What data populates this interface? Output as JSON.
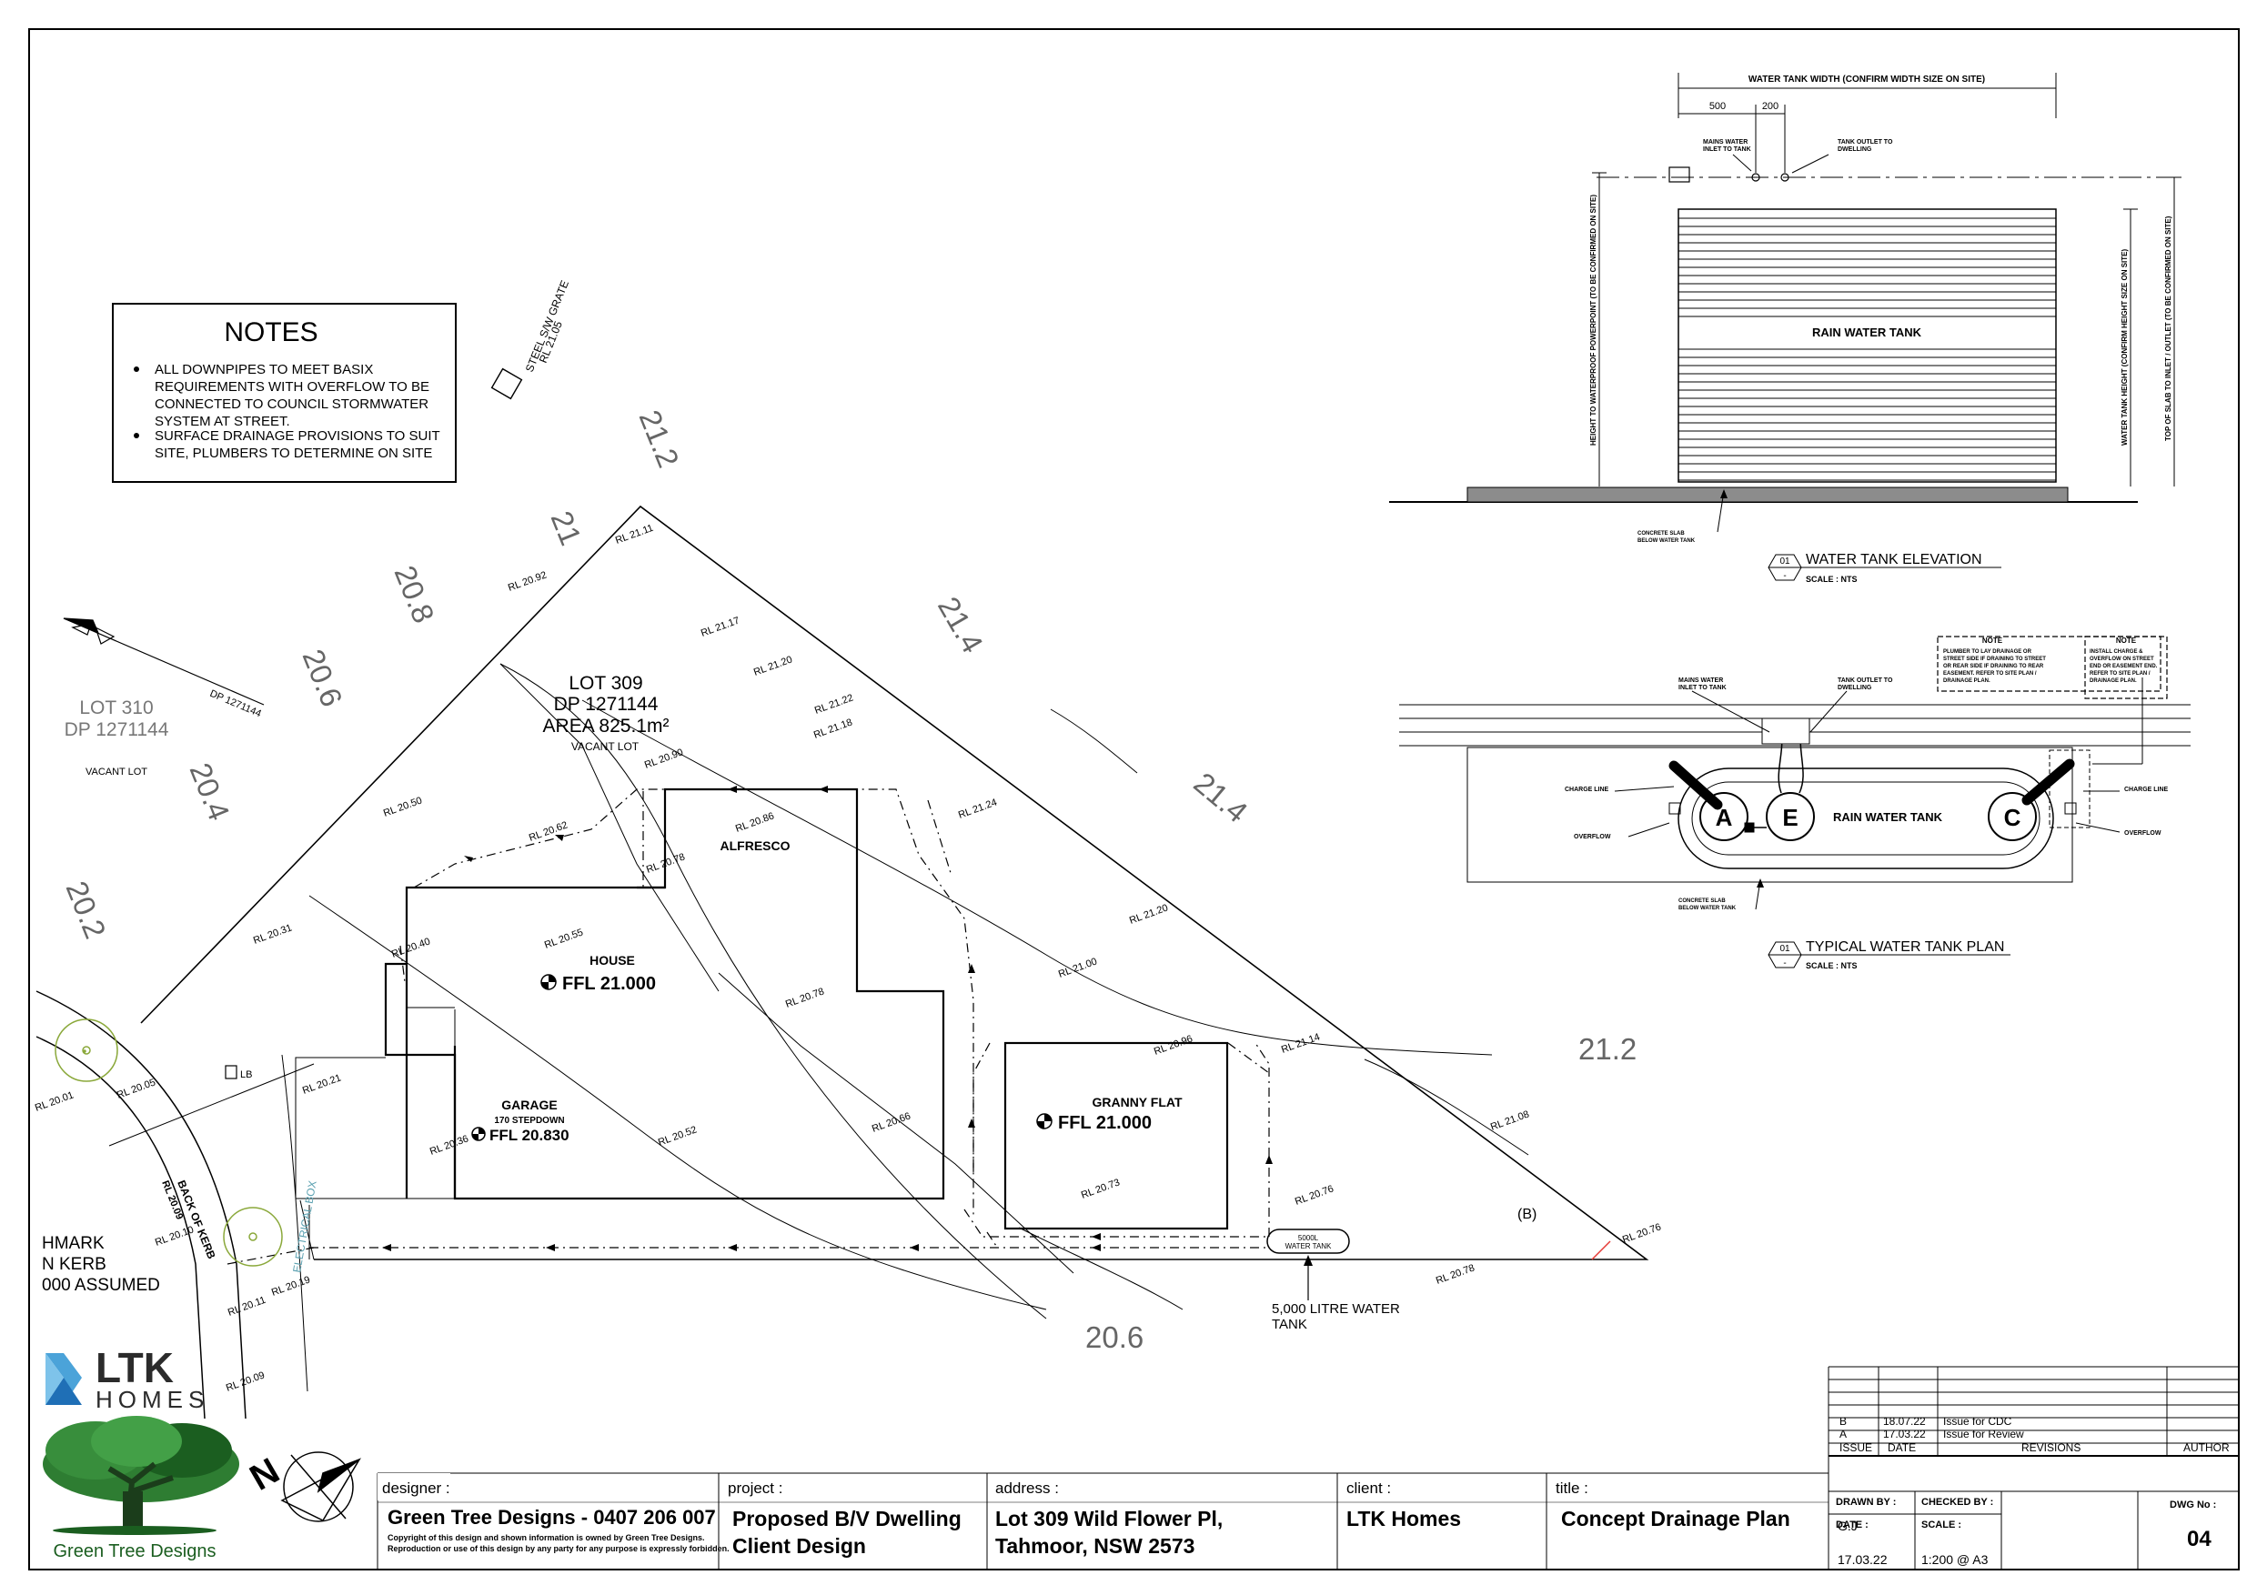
{
  "notes": {
    "title": "NOTES",
    "items": [
      [
        "ALL DOWNPIPES TO MEET BASIX",
        "REQUIREMENTS WITH OVERFLOW TO BE",
        "CONNECTED TO COUNCIL STORMWATER",
        "SYSTEM AT STREET."
      ],
      [
        "SURFACE DRAINAGE PROVISIONS TO SUIT",
        "SITE, PLUMBERS TO DETERMINE ON SITE"
      ]
    ]
  },
  "site": {
    "lot_label": "LOT 309",
    "dp_label": "DP 1271144",
    "area_label": "AREA 825.1m²",
    "vacant_lot": "VACANT LOT",
    "lot310_label": "LOT 310",
    "lot310_dp": "DP 1271144",
    "lot310_vacant": "VACANT LOT",
    "dp_north": "DP 1271144",
    "grate_label": "STEEL S/W GRATE",
    "grate_rl": "RL 21.05",
    "contours": [
      "21.2",
      "21",
      "20.8",
      "20.6",
      "20.4",
      "20.2",
      "21.4",
      "21.4",
      "21.2",
      "20.6"
    ],
    "house_label": "HOUSE",
    "house_ffl": "FFL 21.000",
    "alfresco_label": "ALFRESCO",
    "garage_label": "GARAGE",
    "garage_step": "170 STEPDOWN",
    "garage_ffl": "FFL 20.830",
    "granny_label": "GRANNY FLAT",
    "granny_ffl": "FFL 21.000",
    "tank_box_label": [
      "5000L",
      "WATER TANK"
    ],
    "tank_callout": [
      "5,000 LITRE WATER",
      "TANK"
    ],
    "marker_b": "(B)",
    "lb_label": "LB",
    "back_of_kerb": "BACK OF KERB",
    "electrical_box": "ELECTRICAL BOX",
    "rl_kerb": "RL 20.09",
    "benchmark": [
      "HMARK",
      "N KERB",
      "000 ASSUMED"
    ],
    "spot_levels": [
      "RL 20.92",
      "RL 21.11",
      "RL 21.17",
      "RL 21.20",
      "RL 21.22",
      "RL 21.18",
      "RL 20.90",
      "RL 20.86",
      "RL 20.50",
      "RL 20.62",
      "RL 20.78",
      "RL 21.24",
      "RL 20.31",
      "RL 20.55",
      "RL 20.40",
      "RL 21.00",
      "RL 21.20",
      "RL 20.78",
      "RL 20.05",
      "RL 20.21",
      "RL 20.01",
      "RL 20.36",
      "RL 20.52",
      "RL 20.66",
      "RL 20.96",
      "RL 21.14",
      "RL 20.73",
      "RL 20.76",
      "RL 21.08",
      "RL 20.78",
      "RL 20.76",
      "RL 20.10",
      "RL 20.11",
      "RL 20.19",
      "RL 20.09"
    ]
  },
  "elevation": {
    "overall_dim": "WATER TANK WIDTH (CONFIRM WIDTH SIZE ON SITE)",
    "dim_500": "500",
    "dim_200": "200",
    "mains_inlet": [
      "MAINS WATER",
      "INLET TO TANK"
    ],
    "tank_outlet": [
      "TANK OUTLET TO",
      "DWELLING"
    ],
    "tank_label": "RAIN WATER TANK",
    "left_dim": "HEIGHT TO WATERPROOF POWERPOINT (TO BE CONFIRMED ON SITE)",
    "right_dim1": "WATER TANK HEIGHT (CONFIRM HEIGHT SIZE ON SITE)",
    "right_dim2": "TOP OF SLAB TO INLET / OUTLET (TO BE CONFIRMED ON SITE)",
    "slab_label": [
      "CONCRETE SLAB",
      "BELOW WATER TANK"
    ],
    "view_num": "01",
    "view_dash": "-",
    "view_title": "WATER TANK ELEVATION",
    "scale": "SCALE : NTS"
  },
  "plan": {
    "note1_title": "NOTE",
    "note1_body": [
      "PLUMBER TO LAY DRAINAGE OR",
      "STREET SIDE IF DRAINING TO STREET",
      "OR REAR SIDE IF DRAINING TO REAR",
      "EASEMENT. REFER TO SITE PLAN /",
      "DRAINAGE PLAN."
    ],
    "note2_title": "NOTE",
    "note2_body": [
      "INSTALL CHARGE &",
      "OVERFLOW ON STREET",
      "END OR EASEMENT END.",
      "REFER TO SITE PLAN /",
      "DRAINAGE PLAN."
    ],
    "mains_inlet": [
      "MAINS WATER",
      "INLET TO TANK"
    ],
    "tank_outlet": [
      "TANK OUTLET TO",
      "DWELLING"
    ],
    "charge_line": "CHARGE LINE",
    "overflow": "OVERFLOW",
    "charge_line_r": "CHARGE LINE",
    "overflow_r": "OVERFLOW",
    "tank_label": "RAIN WATER TANK",
    "slab_label": [
      "CONCRETE SLAB",
      "BELOW WATER TANK"
    ],
    "letters": [
      "A",
      "E",
      "C"
    ],
    "view_num": "01",
    "view_dash": "-",
    "view_title": "TYPICAL WATER TANK PLAN",
    "scale": "SCALE : NTS"
  },
  "revisions": {
    "rows": [
      {
        "issue": "B",
        "date": "18.07.22",
        "desc": "Issue  for  CDC"
      },
      {
        "issue": "A",
        "date": "17.03.22",
        "desc": "Issue  for  Review"
      }
    ],
    "headers": {
      "issue": "ISSUE",
      "date": "DATE",
      "revisions": "REVISIONS",
      "author": "AUTHOR"
    }
  },
  "title_block": {
    "designer_label": "designer :",
    "designer_value": "Green Tree Designs - 0407 206 007",
    "copyright": [
      "Copyright of this design and shown information is owned by Green Tree Designs.",
      "Reproduction or use of this design by any party for any purpose is expressly forbidden."
    ],
    "project_label": "project :",
    "project_value": [
      "Proposed B/V Dwelling",
      "Client Design"
    ],
    "address_label": "address :",
    "address_value": [
      "Lot 309 Wild Flower Pl,",
      "Tahmoor,  NSW  2573"
    ],
    "client_label": "client :",
    "client_value": "LTK Homes",
    "title_label": "title :",
    "title_value": "Concept Drainage Plan",
    "drawn_by_label": "DRAWN BY :",
    "drawn_by": "G.J",
    "checked_by_label": "CHECKED BY :",
    "date_label": "DATE :",
    "date": "17.03.22",
    "scale_label": "SCALE :",
    "scale": "1:200  @  A3",
    "dwg_label": "DWG No :",
    "dwg": "04"
  },
  "logos": {
    "ltk_line1": "LTK",
    "ltk_line2": "HOMES",
    "gtd": "Green Tree Designs"
  },
  "colors": {
    "ink": "#000000",
    "ltk_blue": "#1f6fb6",
    "tree_green": "#2e7d32",
    "slab_grey": "#8c8c8c",
    "cyan_text": "#5aa0b0"
  }
}
